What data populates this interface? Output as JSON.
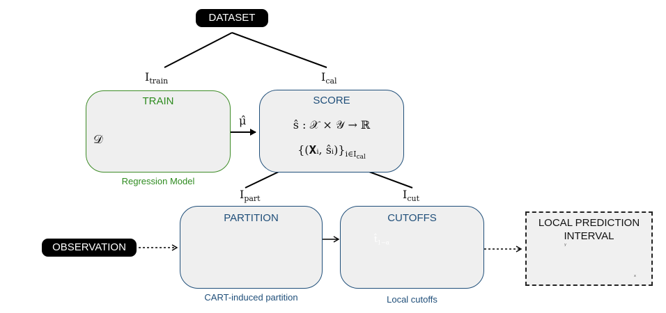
{
  "nodes": {
    "dataset": "DATASET",
    "observation": "OBSERVATION",
    "train": {
      "title": "TRAIN",
      "caption": "Regression Model",
      "input_symbol": "𝒟"
    },
    "score": {
      "title": "SCORE",
      "formula_1": "ŝ : 𝒳 × 𝒴 → ℝ",
      "formula_2_main": "{(𝐗ᵢ, ŝᵢ)}",
      "formula_2_sub": "i∈I",
      "formula_2_subsub": "cal"
    },
    "partition": {
      "title": "PARTITION",
      "caption": "CART-induced partition"
    },
    "cutoffs": {
      "title": "CUTOFFS",
      "caption": "Local cutoffs",
      "cell_label": "t̂",
      "cell_sub": "1−α"
    },
    "local": {
      "title_line1": "LOCAL PREDICTION",
      "title_line2": "INTERVAL",
      "axis_y": "y",
      "axis_x": "x"
    }
  },
  "edges": {
    "i_train": {
      "base": "I",
      "sub": "train"
    },
    "i_cal": {
      "base": "I",
      "sub": "cal"
    },
    "mu_hat": "μ̂",
    "i_part": {
      "base": "I",
      "sub": "part"
    },
    "i_cut": {
      "base": "I",
      "sub": "cut"
    }
  },
  "colors": {
    "navy": "#1f4e79",
    "green": "#2e8b1f",
    "neuron_input": "#c9a416",
    "neuron_hidden": "#3e4f8a",
    "neuron_output": "#d11f4e",
    "tree_leaf": "#f2b233",
    "band_fill": "#e6a6c8"
  }
}
